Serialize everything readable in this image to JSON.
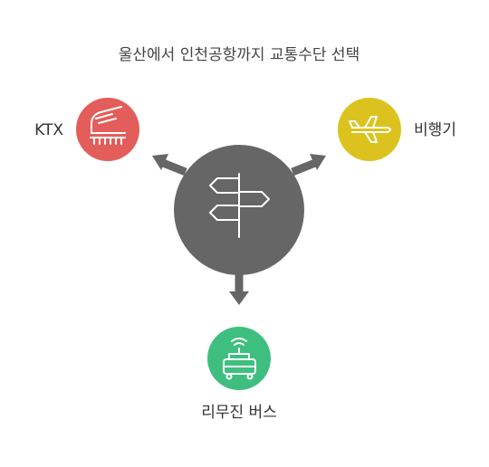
{
  "title": "울산에서 인천공항까지 교통수단 선택",
  "hub": {
    "icon": "signpost-icon",
    "color": "#666666"
  },
  "options": [
    {
      "label": "KTX",
      "icon": "train-icon",
      "color": "#E35D5B"
    },
    {
      "label": "비행기",
      "icon": "airplane-icon",
      "color": "#DCC21E"
    },
    {
      "label": "리무진 버스",
      "icon": "bus-icon",
      "color": "#3FBF7F"
    }
  ]
}
